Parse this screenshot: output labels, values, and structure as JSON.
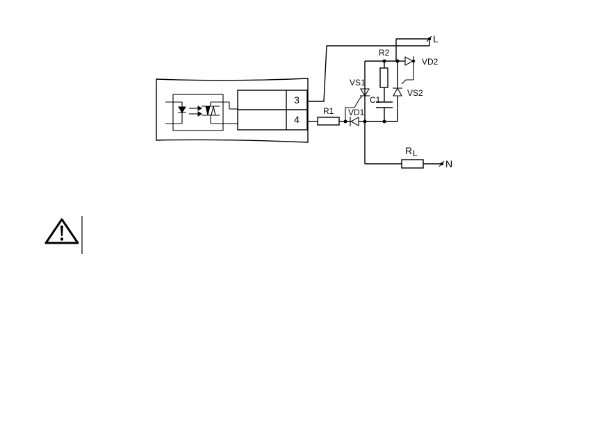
{
  "diagram": {
    "terminals": {
      "pin_3": "3",
      "pin_4": "4"
    },
    "components": {
      "r1": "R1",
      "r2": "R2",
      "c1": "C1",
      "vd1": "VD1",
      "vd2": "VD2",
      "vs1": "VS1",
      "vs2": "VS2",
      "rl_main": "R",
      "rl_sub": "L"
    },
    "lines": {
      "line_l": "L",
      "line_n": "N"
    }
  },
  "warning": {
    "icon": "warning-triangle-icon"
  }
}
